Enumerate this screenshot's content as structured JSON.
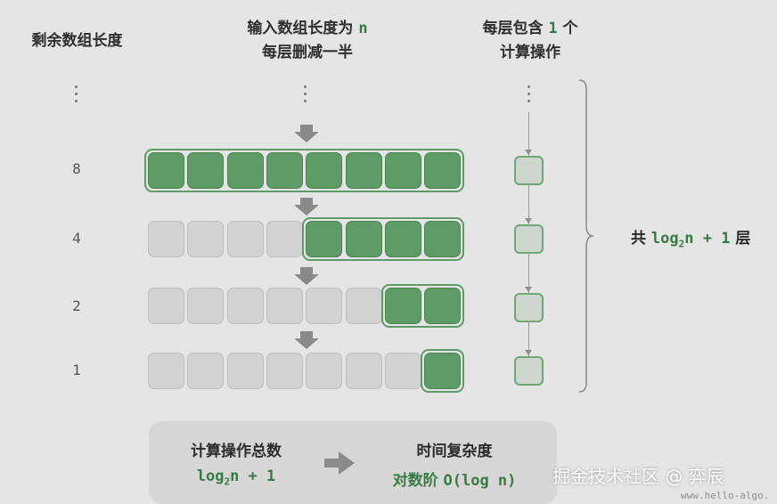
{
  "headers": {
    "remaining_length": "剩余数组长度",
    "input_line1_prefix": "输入数组长度为 ",
    "input_line1_var": "n",
    "input_line2": "每层删减一半",
    "per_layer_prefix": "每层包含 ",
    "per_layer_num": "1",
    "per_layer_suffix": " 个",
    "per_layer_line2": "计算操作"
  },
  "levels": [
    {
      "count": "8",
      "active": 8
    },
    {
      "count": "4",
      "active": 4
    },
    {
      "count": "2",
      "active": 2
    },
    {
      "count": "1",
      "active": 1
    }
  ],
  "cells_per_row": 8,
  "brace_label": {
    "prefix": "共 ",
    "log": "log",
    "sub": "2",
    "rest": "n + 1",
    "suffix": " 层"
  },
  "summary": {
    "left_title": "计算操作总数",
    "left_log": "log",
    "left_sub": "2",
    "left_rest": "n + 1",
    "right_title": "时间复杂度",
    "right_prefix": "对数阶 ",
    "right_expr": "O(log n)"
  },
  "watermark": {
    "main": "掘金技术社区 @ 弈辰",
    "url": "www.hello-algo."
  },
  "colors": {
    "background": "#e5e5e5",
    "active_cell": "#5e9b66",
    "inactive_cell": "#d2d2d2",
    "accent_text": "#3a7a46",
    "panel": "#d7d7d7"
  }
}
